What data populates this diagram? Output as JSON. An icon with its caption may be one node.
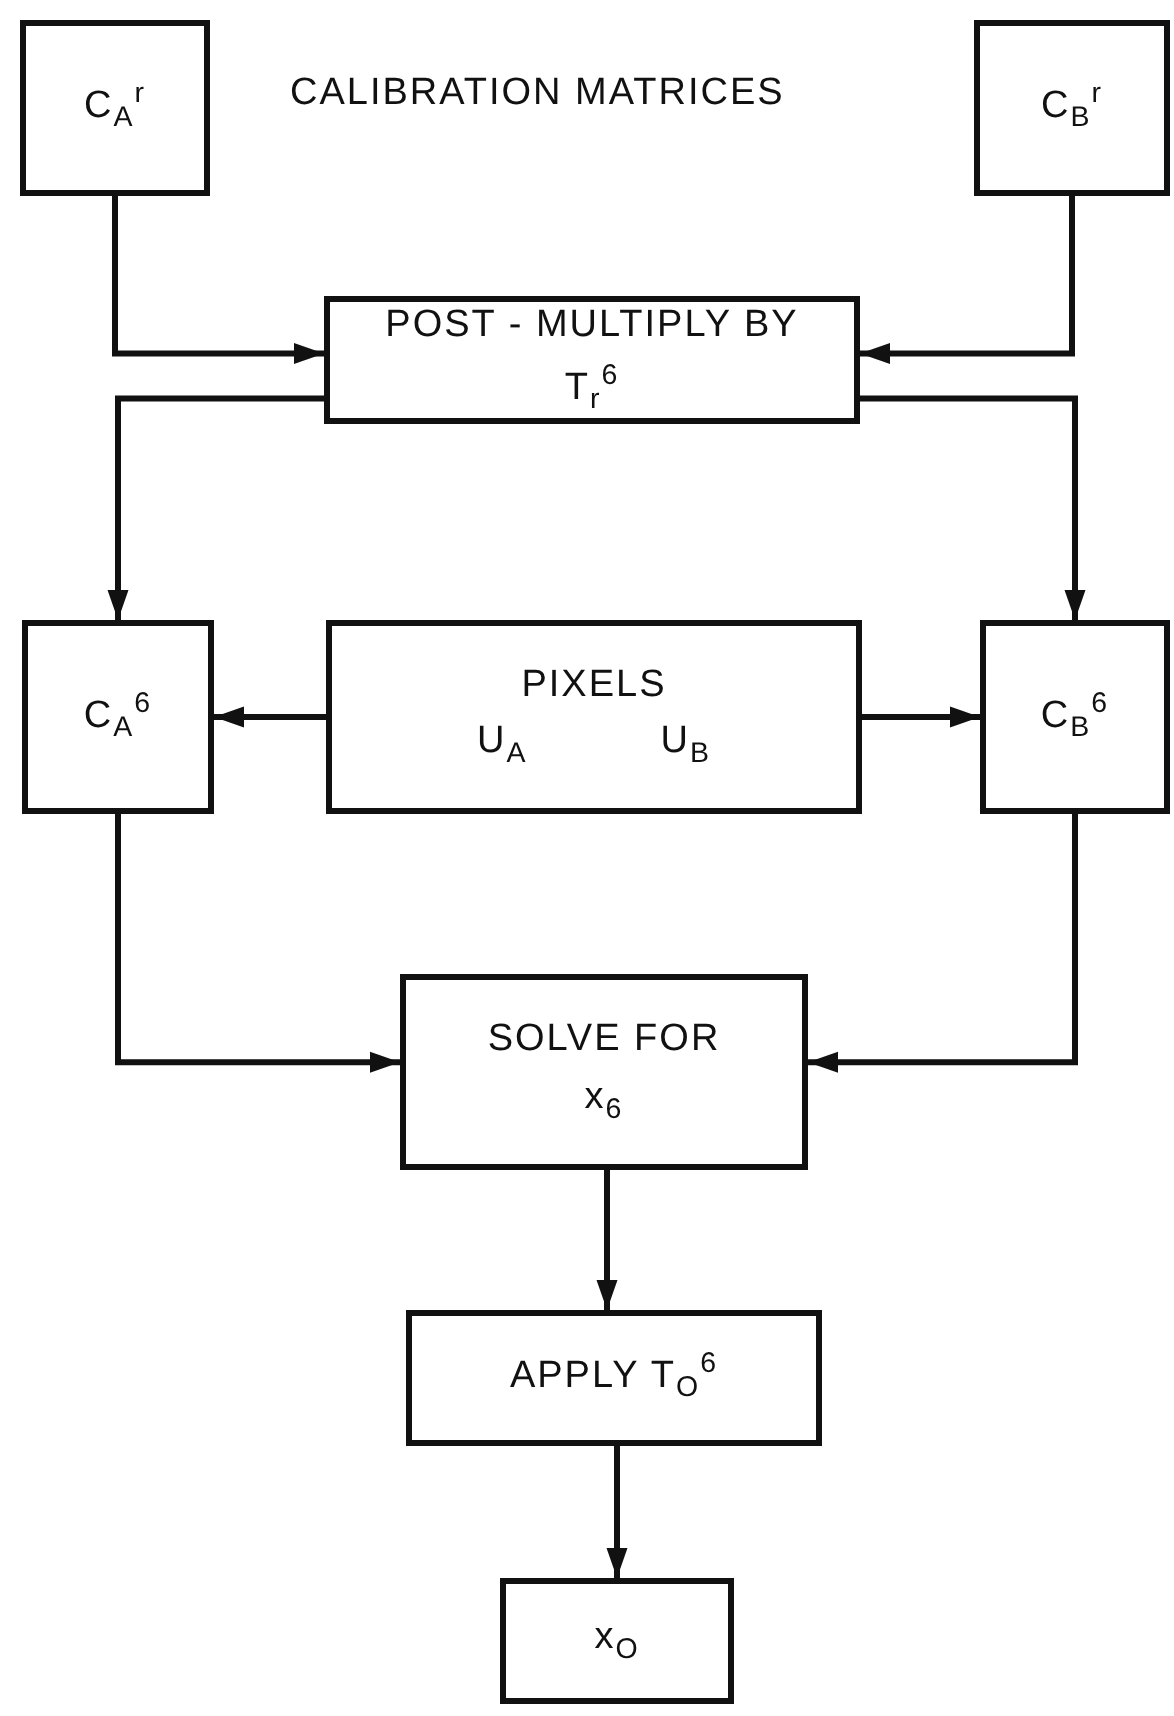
{
  "diagram": {
    "nodes": [
      {
        "text": [
          "C$_{A}$$^{r}$"
        ]
      },
      {
        "text": [
          "C$_{B}$$^{r}$"
        ]
      },
      {
        "text": [
          "POST - MULTIPLY BY",
          "T$_{r}$$^{6}$"
        ]
      },
      {
        "text": [
          "C$_{A}$$^{6}$"
        ]
      },
      {
        "text": [
          "PIXELS",
          "U$_{A}$",
          "U$_{B}$"
        ]
      },
      {
        "text": [
          "C$_{B}$$^{6}$"
        ]
      },
      {
        "text": [
          "SOLVE FOR",
          "x$_{6}$"
        ]
      },
      {
        "text": [
          "APPLY T$_{O}$$^{6}$"
        ]
      },
      {
        "text": [
          "x$_{O}$"
        ]
      }
    ],
    "edges": [
      {
        "from": 0,
        "to": 2,
        "arrow": "to"
      },
      {
        "from": 1,
        "to": 2,
        "arrow": "to"
      },
      {
        "from": 2,
        "to": 3,
        "arrow": "to"
      },
      {
        "from": 2,
        "to": 5,
        "arrow": "to"
      },
      {
        "from": 4,
        "to": 3,
        "arrow": "to"
      },
      {
        "from": 4,
        "to": 5,
        "arrow": "to"
      },
      {
        "from": 3,
        "to": 6,
        "arrow": "to"
      },
      {
        "from": 5,
        "to": 6,
        "arrow": "to"
      },
      {
        "from": 6,
        "to": 7,
        "arrow": "to"
      },
      {
        "from": 7,
        "to": 8,
        "arrow": "to"
      }
    ],
    "labels": [
      "CALIBRATION MATRICES"
    ]
  }
}
